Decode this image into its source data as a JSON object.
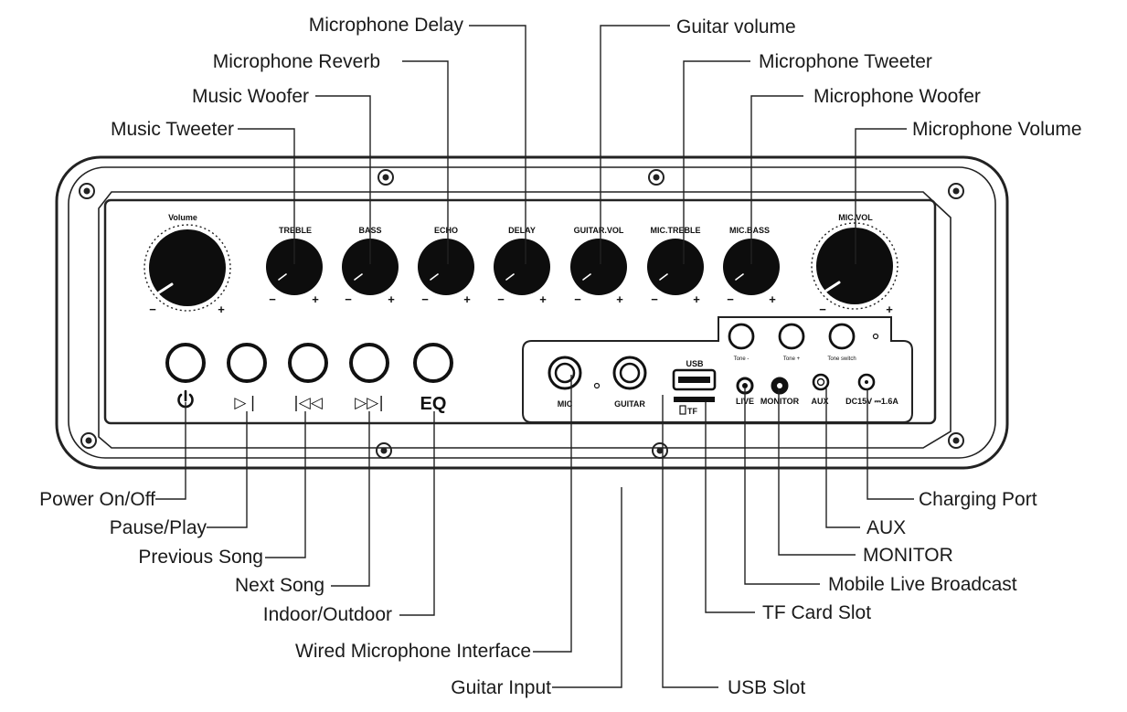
{
  "callouts": {
    "microphone_delay": "Microphone Delay",
    "guitar_volume": "Guitar volume",
    "microphone_reverb": "Microphone Reverb",
    "microphone_tweeter": "Microphone Tweeter",
    "music_woofer": "Music Woofer",
    "microphone_woofer": "Microphone Woofer",
    "music_tweeter": "Music Tweeter",
    "microphone_volume": "Microphone Volume",
    "power": "Power On/Off",
    "pause_play": "Pause/Play",
    "previous_song": "Previous Song",
    "next_song": "Next Song",
    "indoor_outdoor": "Indoor/Outdoor",
    "wired_mic": "Wired Microphone Interface",
    "guitar_input": "Guitar Input",
    "charging_port": "Charging Port",
    "aux": "AUX",
    "monitor": "MONITOR",
    "mobile_live": "Mobile Live Broadcast",
    "tf_card": "TF Card Slot",
    "usb_slot": "USB Slot"
  },
  "panel": {
    "volume": "Volume",
    "treble": "TREBLE",
    "bass": "BASS",
    "echo": "ECHO",
    "delay": "DELAY",
    "guitar_vol": "GUITAR.VOL",
    "mic_treble": "MIC.TREBLE",
    "mic_bass": "MIC.BASS",
    "mic_vol": "MIC.VOL",
    "minus": "−",
    "plus": "+",
    "mic": "MIC",
    "guitar": "GUITAR",
    "usb": "USB",
    "tf": "TF",
    "live": "LIVE",
    "monitor": "MONITOR",
    "aux": "AUX",
    "dc": "DC15V ⎓1.6A",
    "tone_minus": "Tone -",
    "tone_plus": "Tone +",
    "tone_mode": "Tone switch",
    "eq": "EQ"
  },
  "icons": {
    "power": "power-icon",
    "play_pause": "play-pause-icon",
    "previous": "previous-icon",
    "next": "next-icon"
  },
  "colors": {
    "line": "#222222",
    "knob": "#0d0d0d"
  }
}
